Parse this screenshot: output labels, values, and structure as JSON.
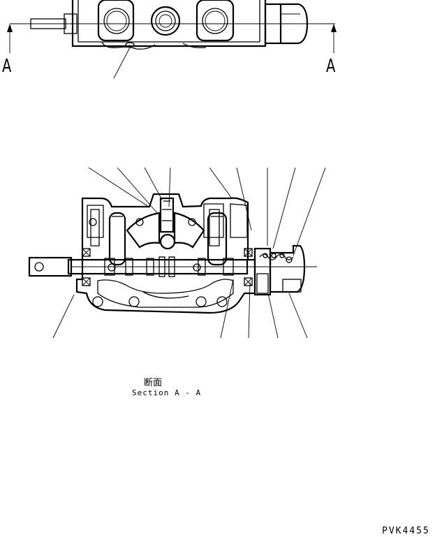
{
  "section_marks": {
    "left": "A",
    "right": "A"
  },
  "caption": {
    "japanese": "断面",
    "english": "Section A - A"
  },
  "drawing_code": "PVK4455"
}
